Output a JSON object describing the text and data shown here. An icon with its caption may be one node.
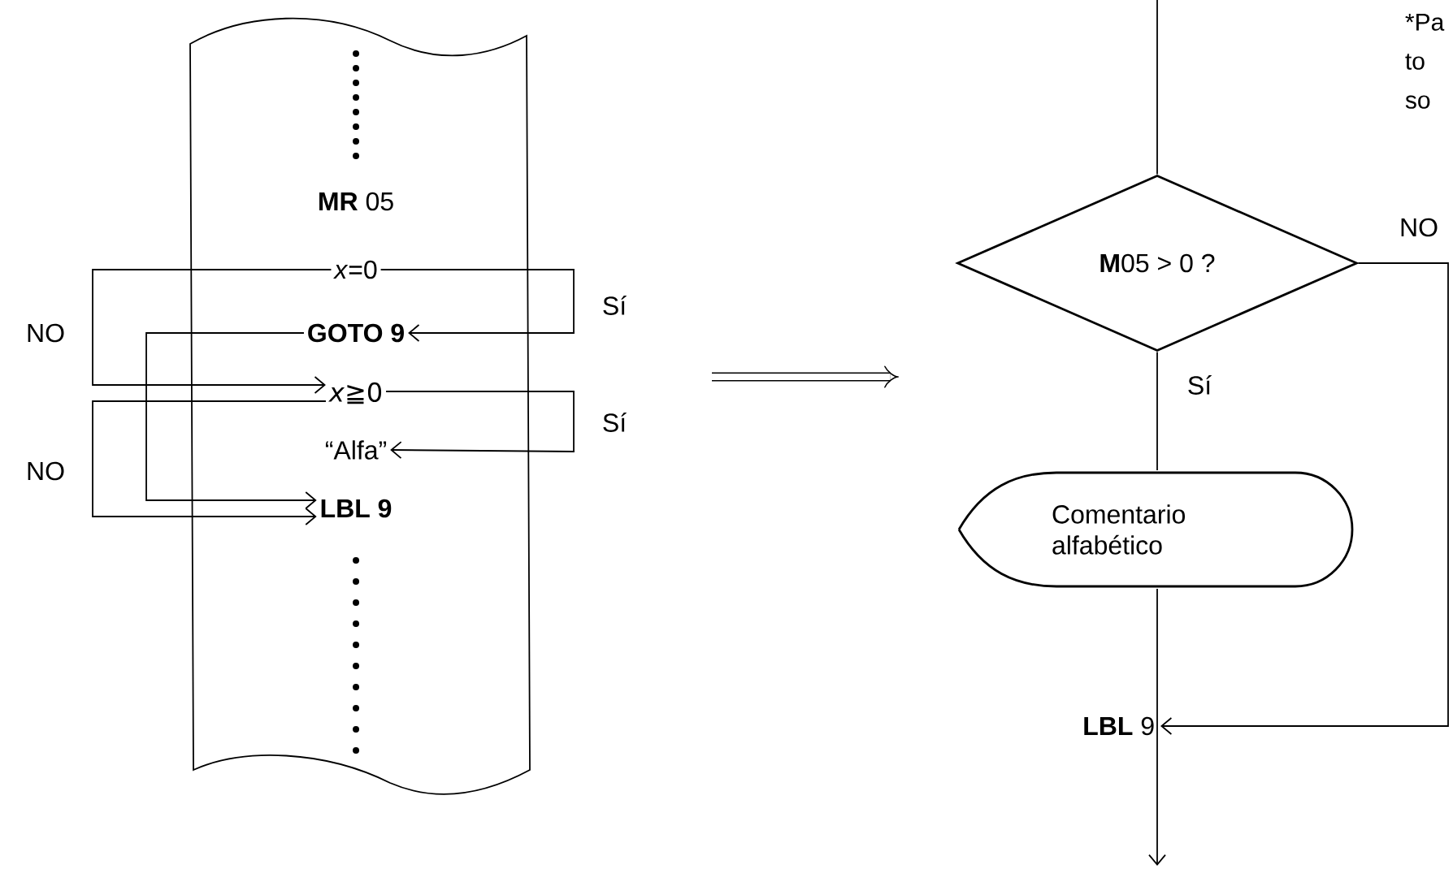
{
  "diagram": {
    "nodes": [
      {
        "text": [],
        "shape": "box"
      },
      {
        "text": [
          "**MR** 05"
        ],
        "in": 0
      },
      {
        "text": [
          "*x*=0"
        ],
        "in": 0
      },
      {
        "text": [
          "GOTO 9"
        ],
        "in": 0
      },
      {
        "text": [
          "*x*≧0"
        ],
        "in": 0
      },
      {
        "text": [
          "“Alfa”"
        ],
        "in": 0
      },
      {
        "text": [
          "LBL 9"
        ],
        "in": 0
      },
      {
        "text": [
          "**M**05 > 0 ?"
        ]
      },
      {
        "text": [
          "Comentario alfabético"
        ]
      },
      {
        "text": [
          "**LBL** 9"
        ]
      }
    ],
    "edges": [
      {
        "from": 2,
        "to": 3,
        "arrow": "to",
        "label": "Sí"
      },
      {
        "from": 2,
        "to": 4,
        "arrow": "to",
        "label": "NO"
      },
      {
        "from": 3,
        "to": 6,
        "arrow": "to"
      },
      {
        "from": 4,
        "to": 5,
        "arrow": "to",
        "label": "Sí"
      },
      {
        "from": 4,
        "to": 6,
        "arrow": "to",
        "label": "NO"
      },
      {
        "from": null,
        "to": 7,
        "arrow": "none"
      },
      {
        "from": 7,
        "to": 8,
        "arrow": "none",
        "label": "Sí"
      },
      {
        "from": 7,
        "to": 9,
        "arrow": "to",
        "label": "NO"
      },
      {
        "from": 8,
        "to": null,
        "arrow": "to"
      }
    ],
    "labels": [
      "*Pa to so"
    ]
  }
}
